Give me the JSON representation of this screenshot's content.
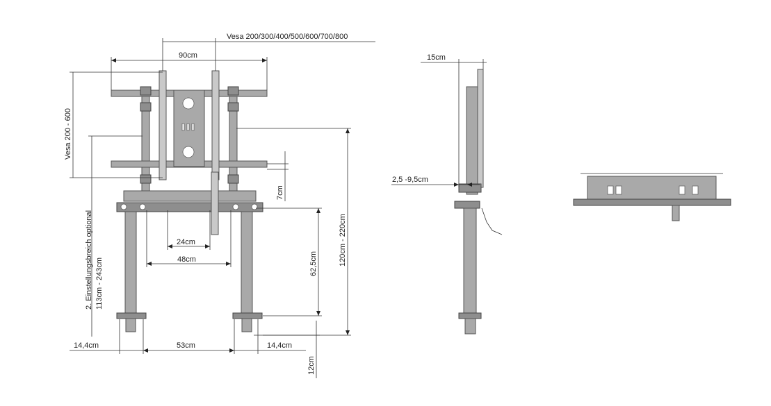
{
  "front_view": {
    "vesa_range": "Vesa 200/300/400/500/600/700/800",
    "width_90": "90cm",
    "vesa_vertical": "Vesa 200 - 600",
    "height_range": "120cm - 220cm",
    "offset_7": "7cm",
    "adjust_line1": "2. Einstellungsbreich optional",
    "adjust_line2": "113cm - 243cm",
    "height_62": "62,5cm",
    "width_24": "24cm",
    "width_48": "48cm",
    "foot_left": "14,4cm",
    "foot_span": "53cm",
    "foot_right": "14,4cm",
    "ground_12": "12cm"
  },
  "side_view": {
    "depth_15": "15cm",
    "tilt_range": "2,5 -9,5cm"
  },
  "colors": {
    "metal": "#a9a9a9",
    "outline": "#555555",
    "dimension_line": "#333333"
  }
}
